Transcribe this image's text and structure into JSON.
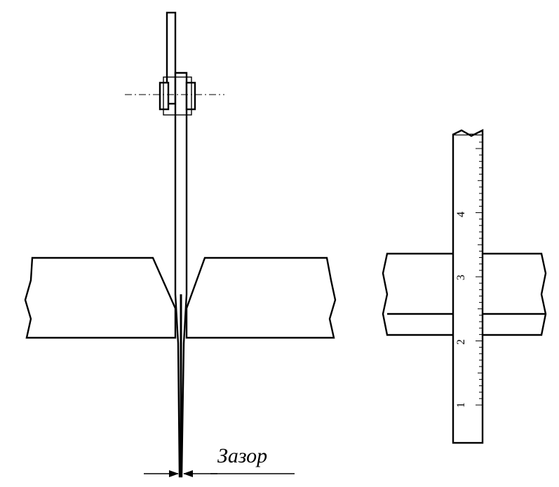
{
  "gap_label": "Зазор",
  "ruler_numbers": [
    "1",
    "2",
    "3",
    "4"
  ]
}
